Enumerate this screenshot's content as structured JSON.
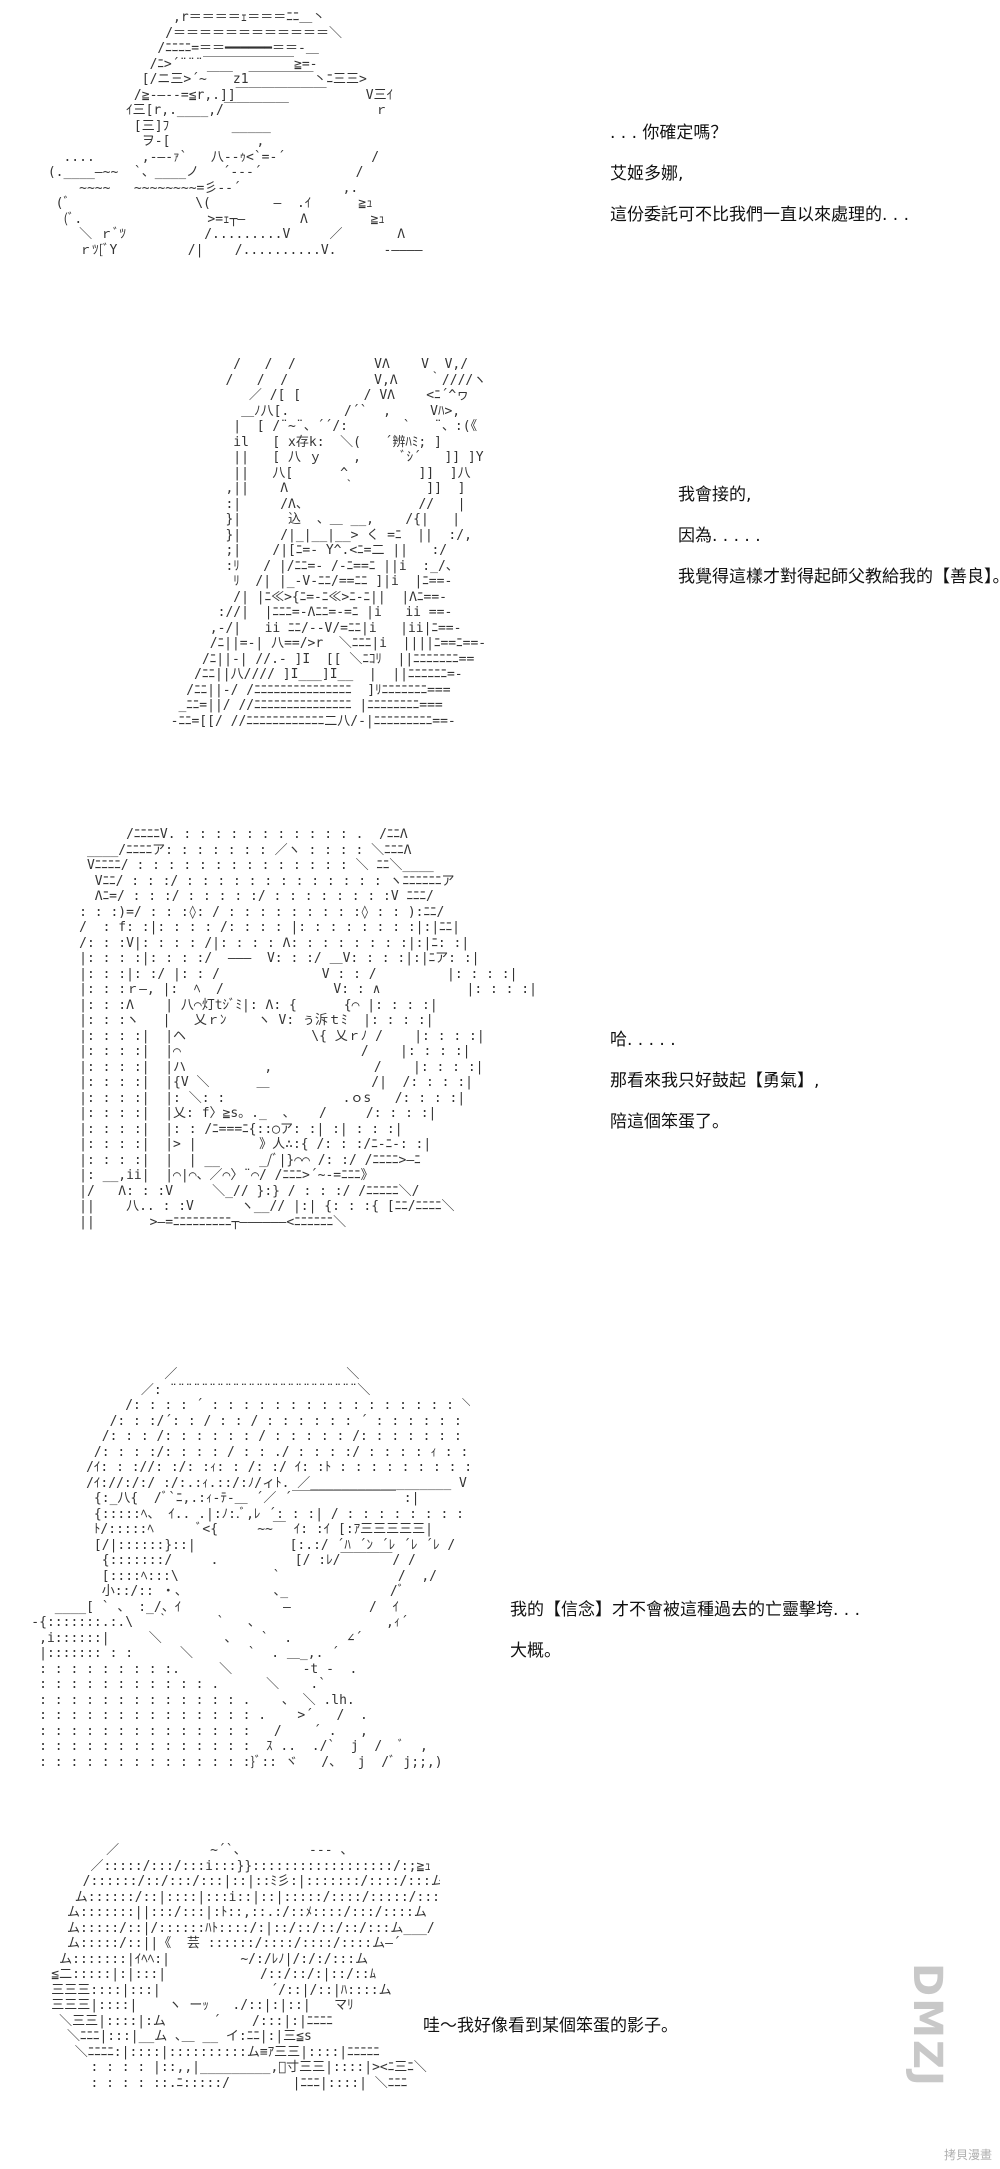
{
  "panels": [
    {
      "id": "panel-1",
      "dialogue": [
        ". . . 你確定嗎？",
        "艾姬多娜,",
        "這份委託可不比我們一直以來處理的. . ."
      ]
    },
    {
      "id": "panel-2",
      "dialogue": [
        "我會接的,",
        "因為. . . . .",
        "我覺得這樣才對得起師父教給我的【善良】。"
      ]
    },
    {
      "id": "panel-3",
      "dialogue": [
        "哈. . . . .",
        "那看來我只好鼓起【勇氣】,",
        "陪這個笨蛋了。"
      ]
    },
    {
      "id": "panel-4",
      "dialogue": [
        "我的【信念】才不會被這種過去的亡靈擊垮. . .",
        "大概。"
      ]
    },
    {
      "id": "panel-5",
      "dialogue": [
        "哇～我好像看到某個笨蛋的影子。"
      ]
    }
  ],
  "watermark": {
    "brand": "DMZJ",
    "site": "拷貝漫畫"
  }
}
